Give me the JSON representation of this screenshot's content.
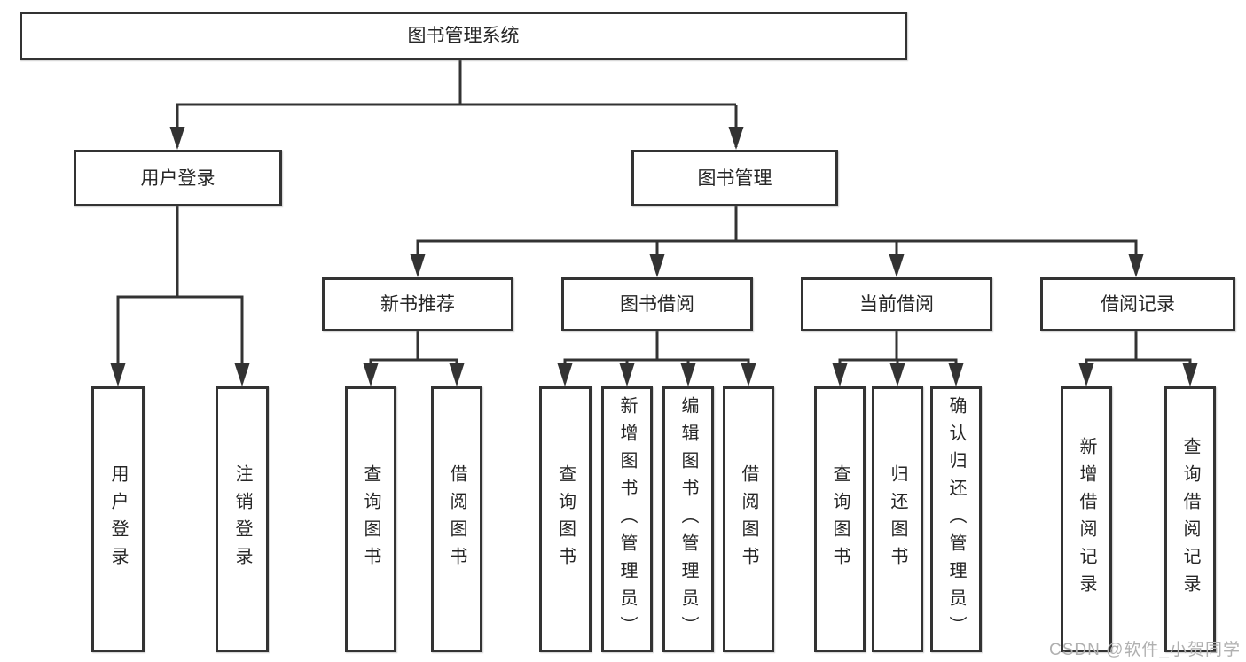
{
  "tree": {
    "root": "图书管理系统",
    "branches": [
      {
        "label": "用户登录",
        "children": [
          {
            "label": "用户登录"
          },
          {
            "label": "注销登录"
          }
        ]
      },
      {
        "label": "图书管理",
        "children": [
          {
            "label": "新书推荐",
            "children": [
              {
                "label": "查询图书"
              },
              {
                "label": "借阅图书"
              }
            ]
          },
          {
            "label": "图书借阅",
            "children": [
              {
                "label": "查询图书"
              },
              {
                "label": "新增图书（管理员）"
              },
              {
                "label": "编辑图书（管理员）"
              },
              {
                "label": "借阅图书"
              }
            ]
          },
          {
            "label": "当前借阅",
            "children": [
              {
                "label": "查询图书"
              },
              {
                "label": "归还图书"
              },
              {
                "label": "确认归还（管理员）"
              }
            ]
          },
          {
            "label": "借阅记录",
            "children": [
              {
                "label": "新增借阅记录"
              },
              {
                "label": "查询借阅记录"
              }
            ]
          }
        ]
      }
    ]
  },
  "watermark": "CSDN @软件_小贺同学",
  "colors": {
    "line": "#333333",
    "box_border": "#333333",
    "text": "#262626",
    "background": "#ffffff",
    "watermark": "#b0b0b0"
  }
}
